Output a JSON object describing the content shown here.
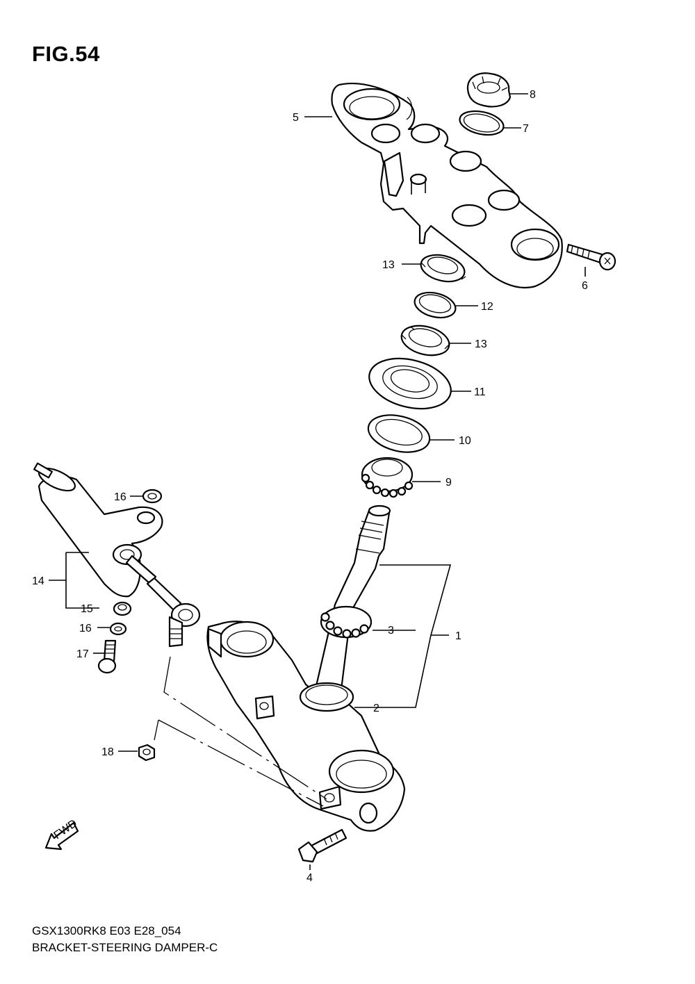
{
  "figure": {
    "title": "FIG.54",
    "model_code": "GSX1300RK8 E03 E28_054",
    "caption": "BRACKET-STEERING DAMPER-C",
    "fwd_label": "FWD"
  },
  "callouts": [
    {
      "id": "1",
      "label": "1"
    },
    {
      "id": "2",
      "label": "2"
    },
    {
      "id": "3",
      "label": "3"
    },
    {
      "id": "4",
      "label": "4"
    },
    {
      "id": "5",
      "label": "5"
    },
    {
      "id": "6",
      "label": "6"
    },
    {
      "id": "7",
      "label": "7"
    },
    {
      "id": "8",
      "label": "8"
    },
    {
      "id": "9",
      "label": "9"
    },
    {
      "id": "10",
      "label": "10"
    },
    {
      "id": "11",
      "label": "11"
    },
    {
      "id": "12",
      "label": "12"
    },
    {
      "id": "13a",
      "label": "13"
    },
    {
      "id": "13b",
      "label": "13"
    },
    {
      "id": "14",
      "label": "14"
    },
    {
      "id": "15",
      "label": "15"
    },
    {
      "id": "16a",
      "label": "16"
    },
    {
      "id": "16b",
      "label": "16"
    },
    {
      "id": "17",
      "label": "17"
    },
    {
      "id": "18",
      "label": "18"
    }
  ]
}
